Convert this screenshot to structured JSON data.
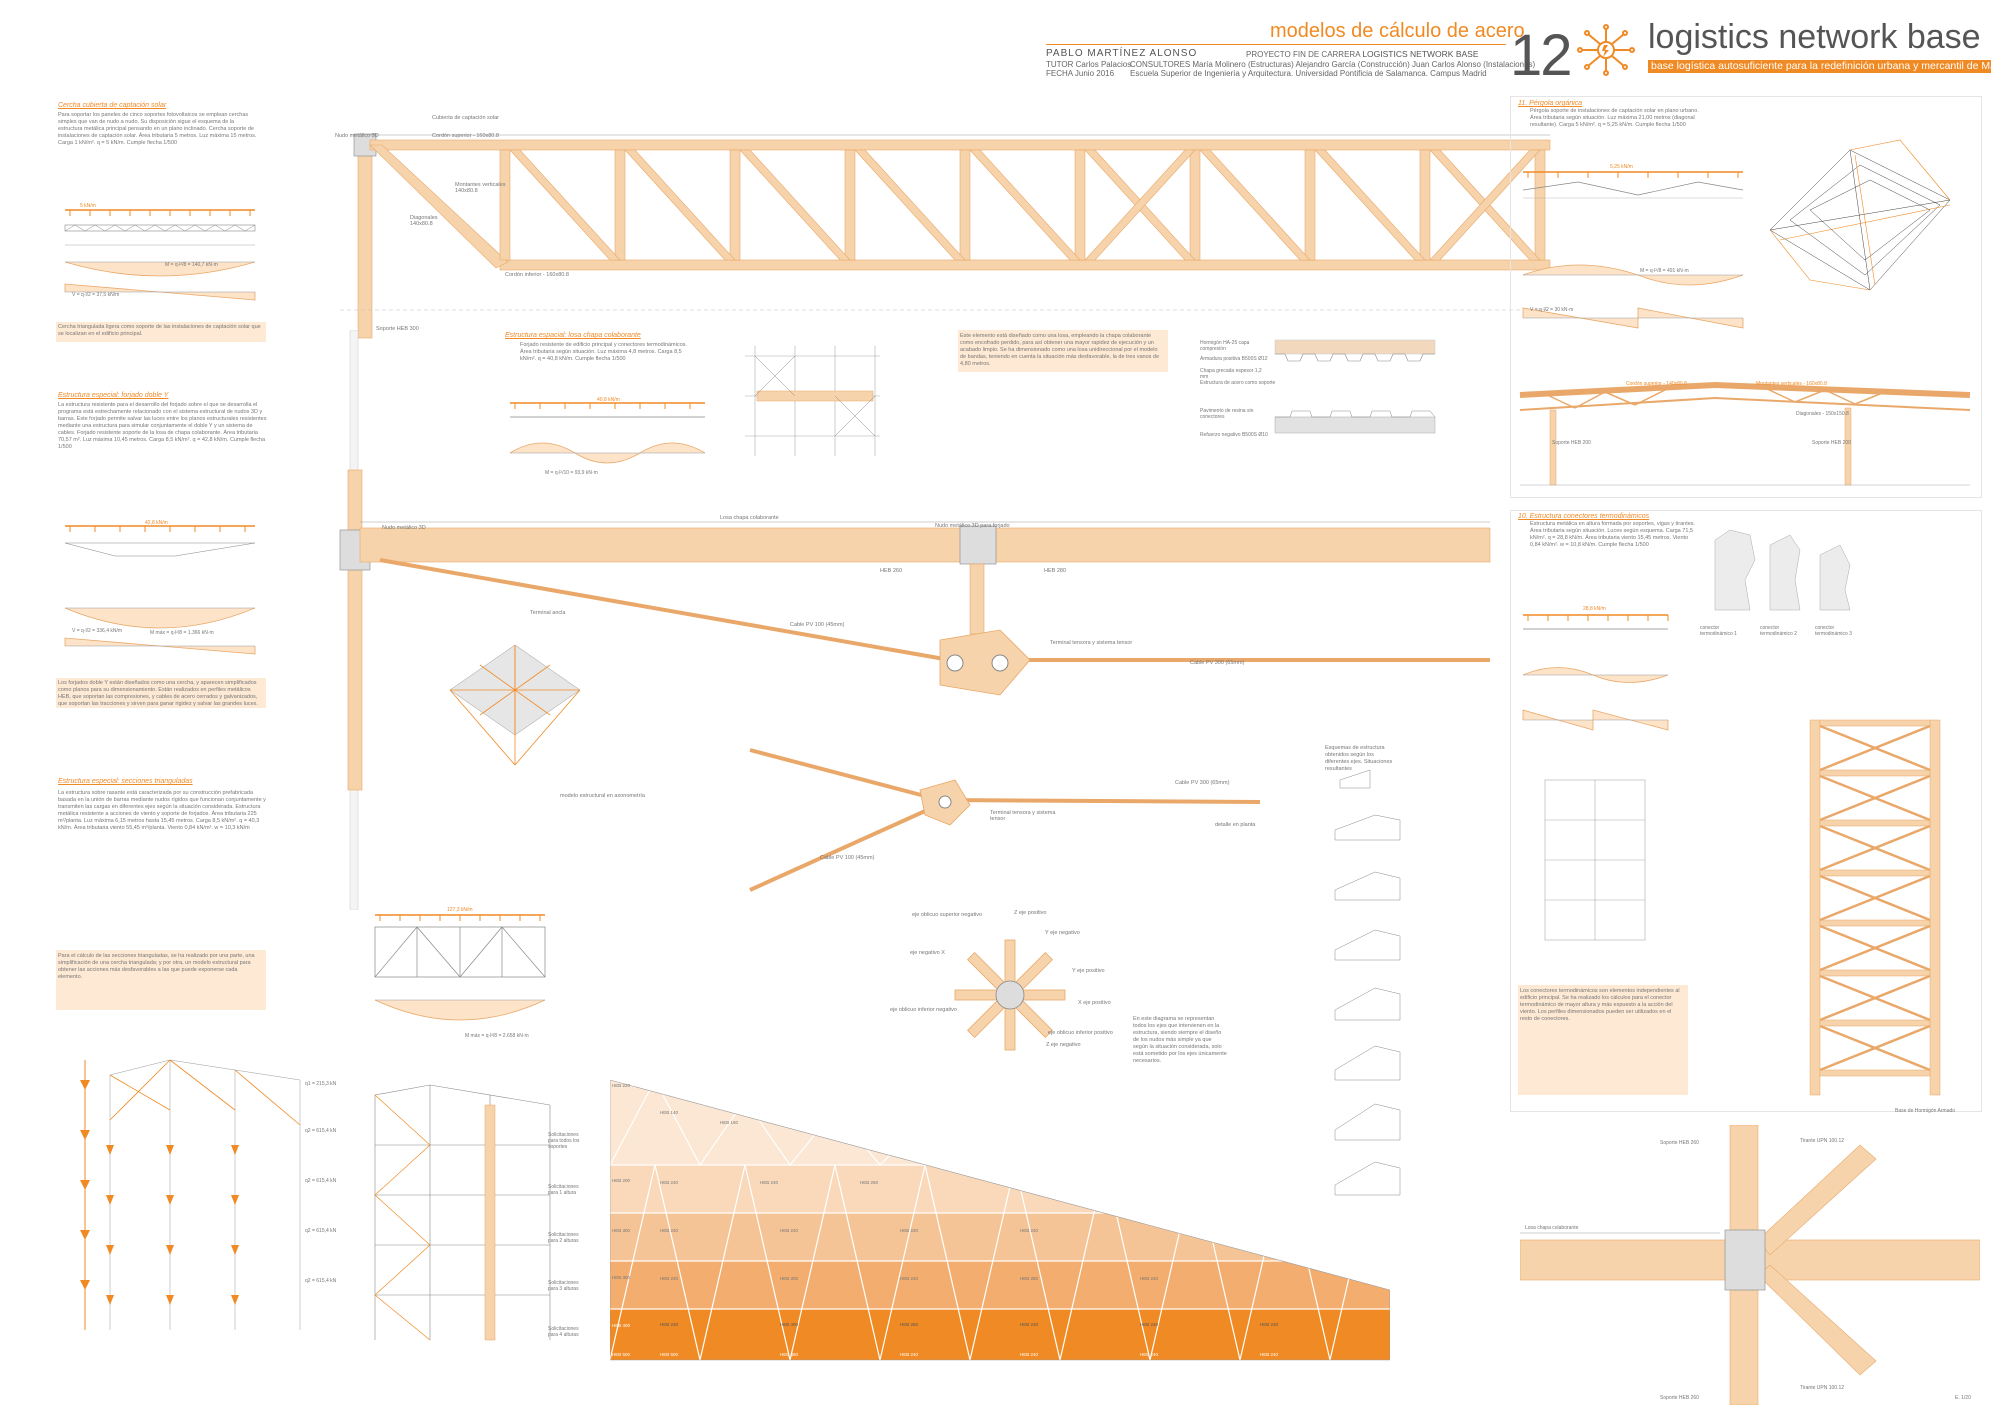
{
  "header": {
    "subject_title": "modelos de cálculo de acero",
    "sheet_number": "12",
    "project_title": "logistics network base",
    "project_subtitle": "base logística autosuficiente para la redefinición urbana y mercantil de Madrid",
    "author": "PABLO MARTÍNEZ ALONSO",
    "pfc_label": "PROYECTO FIN DE CARRERA",
    "pfc_name": "LOGISTICS NETWORK BASE",
    "tutor": "TUTOR Carlos Palacios",
    "consultores": "CONSULTORES  María Molinero (Estructuras) Alejandro García (Construcción) Juan Carlos Alonso (Instalaciones)",
    "fecha": "FECHA Junio 2016",
    "school": "Escuela Superior de Ingeniería y Arquitectura. Universidad Pontificia de Salamanca. Campus Madrid"
  },
  "sections": {
    "s1_title": "Cercha cubierta de captación solar",
    "s1_text": "Para soportar los paneles de cinco soportes fotovoltaicos se emplean cerchas simples que van de nudo a nudo. Su disposición sigue el esquema de la estructura metálica principal pensando en un plano inclinado. Cercha soporte de instalaciones de captación solar. Área tributaria 5 metros. Luz máxima 15 metros. Carga 1 kN/m². q = 5 kN/m. Cumple flecha 1/500",
    "s1_note": "Cercha triangulada ligera como soporte de las instalaciones de captación solar que se localizan en el edificio principal.",
    "s2_title": "Estructura especial: forjado doble Y",
    "s2_text": "La estructura resistente para el desarrollo del forjado sobre el que se desarrolla el programa está estrechamente relacionado con el sistema estructural de nudos 3D y barras. Este forjado permite salvar las luces entre los planos estructurales resistentes mediante una estructura para simular conjuntamente el doble Y y un sistema de cables. Forjado resistente soporte de la losa de chapa colaborante. Área tributaria 70,57 m². Luz máxima 10,45 metros. Carga 8,5 kN/m². q = 42,8 kN/m. Cumple flecha 1/500",
    "s2_note": "Los forjados doble Y están diseñados como una cercha, y aparecen simplificados como planos para su dimensionamiento. Están realizados en perfiles metálicos HEB, que soportan las compresiones, y cables de acero cerrados y galvanizados, que soportan las tracciones y sirven para ganar rigidez y salvar las grandes luces.",
    "s3_title": "Estructura especial: secciones trianguladas",
    "s3_text": "La estructura sobre rasante está caracterizada por su construcción prefabricada basada en la unión de barras mediante nudos rígidos que funcionan conjuntamente y transmiten las cargas en diferentes ejes según la situación considerada. Estructura metálica resistente a acciones de viento y soporte de forjados. Área tributaria 225 m²/planta. Luz máxima 6,15 metros hasta 15,45 metros. Carga 8,5 kN/m². q = 40,3 kN/m. Área tributaria viento 55,45 m²/planta. Viento 0,84 kN/m². w = 10,3 kN/m",
    "s3_note": "Para el cálculo de las secciones trianguladas, se ha realizado por una parte, una simplificación de una cercha triangulada; y por otra, un modelo estructural para obtener las acciones más desfavorables a las que puede exponerse cada elemento.",
    "s4_title": "Estructura espacial: losa chapa colaborante",
    "s4_text": "Forjado resistente de edificio principal y conectores termodinámicos. Área tributaria según situación. Luz máxima 4,8 metros. Carga 8,5 kN/m². q = 40,8 kN/m. Cumple flecha 1/500",
    "s4_note": "Este elemento está diseñado como una losa, empleando la chapa colaborante como encofrado perdido, para así obtener una mayor rapidez de ejecución y un acabado limpio. Se ha dimensionado como una losa unidireccional por el modelo de bandas, teniendo en cuenta la situación más desfavorable, la de tres vanos de 4,80 metros.",
    "s5_title": "11. Pérgola orgánica",
    "s5_text": "Pérgola soporte de instalaciones de captación solar en plano urbano. Área tributaria según situación. Luz máxima 21,00 metros (diagonal resultante). Carga 5 kN/m². q = 5,25 kN/m. Cumple flecha 1/500",
    "s6_title": "10. Estructura conectores termodinámicos",
    "s6_text": "Estructura metálica en altura formada por soportes, vigas y tirantes. Área tributaria según situación. Luces según esquema. Carga 71,5 kN/m². q = 28,8 kN/m. Área tributaria viento 15,45 metros. Viento 0,84 kN/m². w = 10,8 kN/m. Cumple flecha 1/500",
    "s6_note": "Los conectores termodinámicos son elementos independientes al edificio principal. Se ha realizado los cálculos para el conector termodinámico de mayor altura y más expuesto a la acción del viento. Los perfiles dimensionados pueden ser utilizados en el resto de conectores."
  },
  "labels": {
    "truss_top": "Cubierta de captación solar",
    "cordon_sup": "Cordón superior - 160x80.8",
    "cordon_inf": "Cordón inferior - 160x80.8",
    "diagonales": "Diagonales 140x80.8",
    "montantes": "Montantes verticales 140x80.8",
    "nudo3d": "Nudo metálico 3D",
    "nudo3d_b": "Nudo metálico 3D para forjado",
    "soporte_heb": "Soporte HEB 300",
    "losa": "Losa chapa colaborante",
    "terminal": "Terminal tensora y sistema tensor",
    "terminal2": "Terminal ancla",
    "cable1": "Cable PV 300 (65mm)",
    "cable2": "Cable PV 100 (45mm)",
    "cable3": "Cable PV 300 (65mm)",
    "cable4": "Cable PV 100 (45mm)",
    "heb260": "HEB 260",
    "heb280": "HEB 280",
    "plan_detail": "detalle en planta",
    "axo_model": "modelo estructural en axonometría",
    "eje_sup_neg": "eje oblicuo superior negativo",
    "z_pos": "Z eje positivo",
    "z_neg": "Z eje negativo",
    "y_pos": "Y eje positivo",
    "y_neg": "Y eje negativo",
    "x_pos": "X eje positivo",
    "x_neg": "eje negativo X",
    "eje_inf_neg": "eje oblicuo inferior negativo",
    "eje_inf_pos": "eje oblicuo inferior positivo",
    "diagram_note": "En este diagrama se representan todos los ejes que intervienen en la estructura, siendo siempre el diseño de los nudos más simple ya que según la situación considerada, solo está sometido por los ejes únicamente necesarios.",
    "pergola_load": "5,25 kN/m",
    "pergola_m": "M = q·l²/8 = 491 kN·m",
    "pergola_v": "V = q·l/2 = 30 kN·m",
    "pergola_soporte": "Soporte HEB 200",
    "pergola_montantes": "Montantes verticales - 160x80.8",
    "pergola_cordon": "Cordón superior - 140x80.8",
    "pergola_diag": "Diagonales - 150x150.8",
    "udl_s1": "5 kN/m",
    "udl_s2": "42,8 kN/m",
    "udl_s3": "127,3 kN/m",
    "udl_s4": "40,8 kN/m",
    "udl_s6": "28,8 kN/m",
    "m_s1": "M = q·l²/8 = 140,7 kN·m",
    "v_s1": "V = q·l/2 = 37,5 kN/m",
    "m_s2": "M máx = q·l²/8 = 1.366 kN·m",
    "v_s2": "V = q·l/2 = 336,4 kN/m",
    "m_s3": "M máx = q·l²/8 = 2.658 kN·m",
    "m_s4": "M = q·l²/10 = 93,9 kN·m",
    "slab_1": "Hormigón HA-25 capa compresión",
    "slab_2": "Armadura positiva B500S Ø12",
    "slab_3": "Chapa grecada espesor 1,2 mm",
    "slab_4": "Estructura de acero como soporte",
    "slab_5": "Pavimento de resina sin conectores",
    "slab_6": "Refuerzo negativo B500S Ø10",
    "conector1": "conector termodinámico 1",
    "conector2": "conector termodinámico 2",
    "conector3": "conector termodinámico 3",
    "base_hormigon": "Base de Hormigón Armado",
    "soporte_heb260": "Soporte HEB 260",
    "tirante": "Tirante UPN 100.12",
    "escala": "E. 1/20",
    "loads_q1": "q1 = 215,3 kN",
    "loads_q2": "q2 = 615,4 kN",
    "sol_todos": "Solicitaciones para todos los soportes",
    "sol_1": "Solicitaciones para 1 altura",
    "sol_2": "Solicitaciones para 2 alturas",
    "sol_3": "Solicitaciones para 3 alturas",
    "sol_4": "Solicitaciones para 4 alturas",
    "esquemas": "Esquemas de estructura obtenidos según los diferentes ejes. Situaciones resultantes"
  },
  "profiles": {
    "row1": [
      "HEB 140",
      "HEB 160",
      "HEB 140",
      "HEB 140"
    ],
    "row2": [
      "HEB 240",
      "HEB 240",
      "HEB 260",
      "HEB 240",
      "HEB 220",
      "HEB 180",
      "HEB 160"
    ],
    "row3": [
      "HEB 240",
      "HEB 240",
      "HEB 220",
      "HEB 240",
      "HEB 220",
      "HEB 200",
      "HEB 180",
      "HEB 160",
      "HEB 160"
    ],
    "row4": [
      "HEB 240",
      "HEB 300",
      "HEB 240",
      "HEB 280",
      "HEB 240",
      "HEB 240",
      "HEB 200",
      "HEB 180",
      "HEB 180",
      "HEB 160"
    ],
    "row5": [
      "HEB 240",
      "HEB 400",
      "HEB 260",
      "HEB 240",
      "HEB 240",
      "HEB 240",
      "HEB 220",
      "HEB 240",
      "HEB 200",
      "HEB 180",
      "HEB 180"
    ],
    "row6": [
      "HEB 500",
      "HEB 360",
      "HEB 240",
      "HEB 240",
      "HEB 240",
      "HEB 240",
      "HEB 240",
      "HEB 300",
      "HEB 240",
      "HEB 240",
      "HEB 240",
      "HEB 200"
    ],
    "left": [
      "HEB 220",
      "HEB 200",
      "HEB 300",
      "HEB 300",
      "HEB 400",
      "HEB 500"
    ]
  },
  "colors": {
    "accent": "#f08a24",
    "beam": "#f6d3ab",
    "beam_dark": "#e9a869",
    "note": "#fde9d4"
  }
}
